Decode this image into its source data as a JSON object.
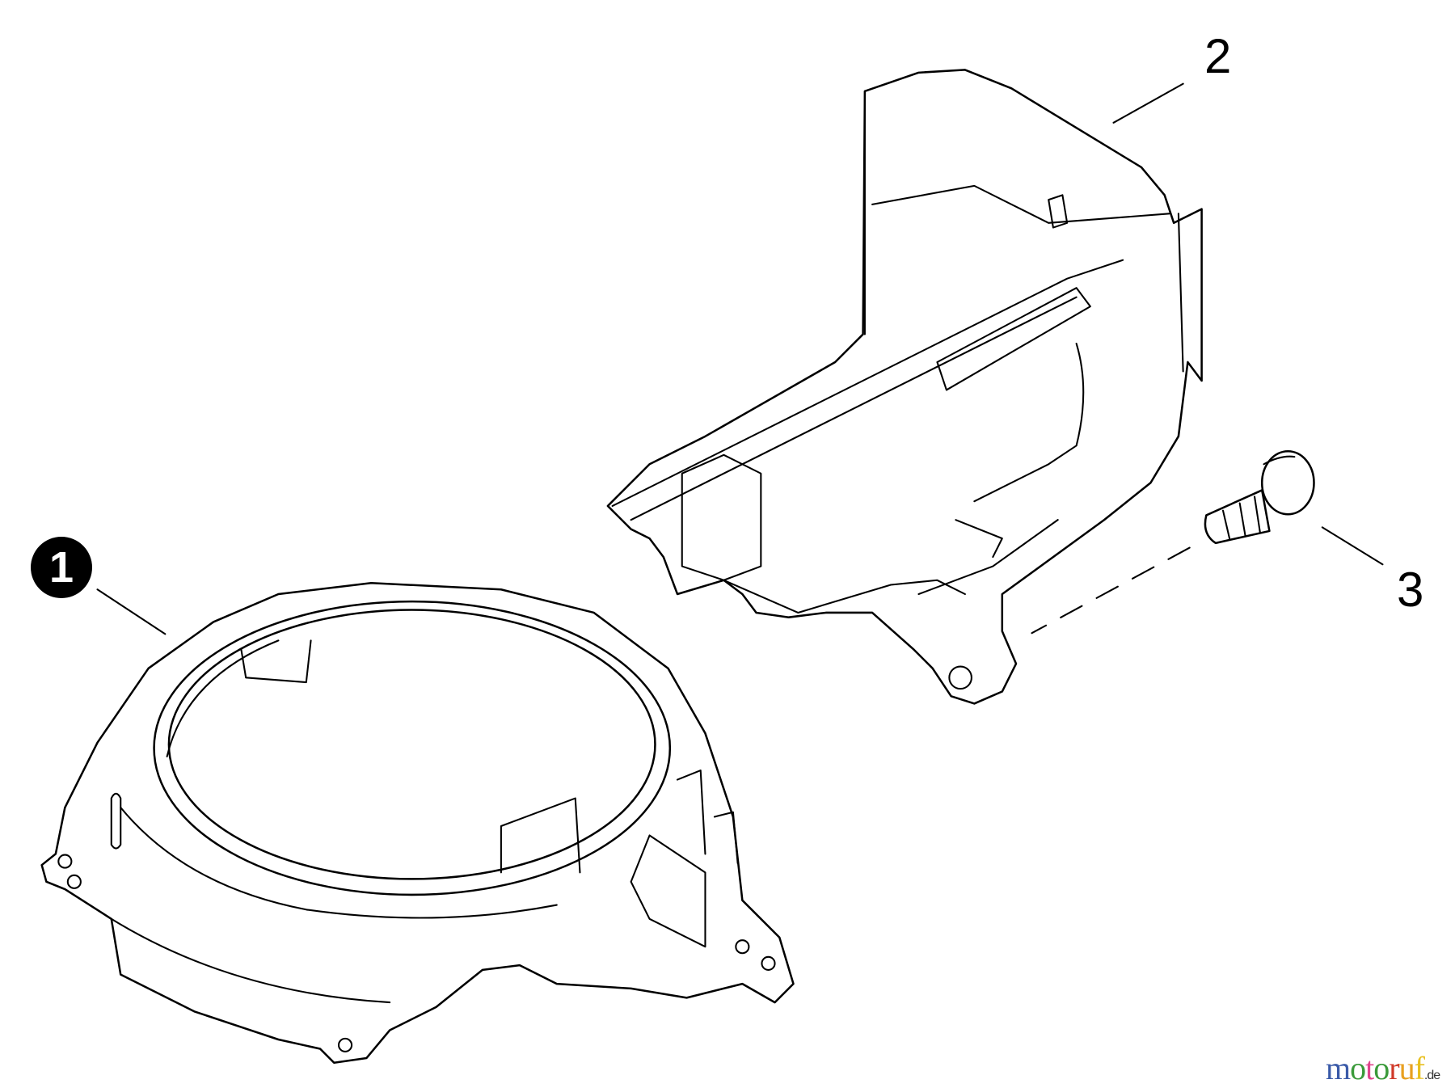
{
  "callouts": [
    {
      "number": "1",
      "style": "filled-circle"
    },
    {
      "number": "2",
      "style": "plain"
    },
    {
      "number": "3",
      "style": "plain"
    }
  ],
  "parts": [
    "fan-housing",
    "air-guide-cover",
    "bolt"
  ],
  "watermark": {
    "text": "motoruf",
    "suffix": ".de",
    "letter_colors": [
      "#3a5aa8",
      "#3a9a3a",
      "#e0448c",
      "#3a9a3a",
      "#d03a2a",
      "#e8a020",
      "#e8c020"
    ]
  }
}
